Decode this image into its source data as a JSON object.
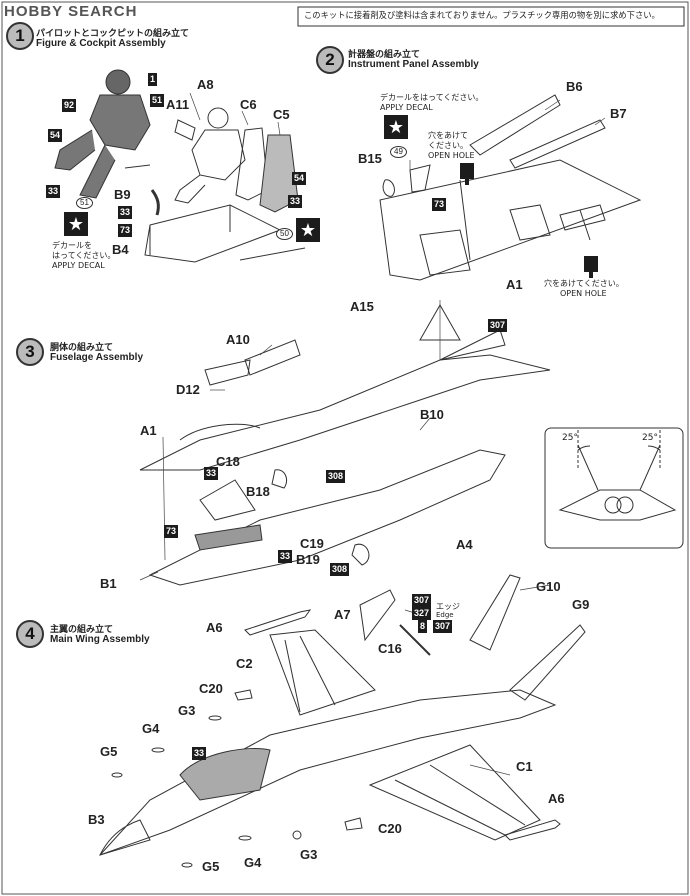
{
  "header": {
    "watermark": "HOBBY SEARCH",
    "notice": "このキットに接着剤及び塗料は含まれておりません。プラスチック専用の物を別に求め下さい。"
  },
  "steps": [
    {
      "num": "1",
      "jp": "パイロットとコックピットの組み立て",
      "en": "Figure & Cockpit Assembly"
    },
    {
      "num": "2",
      "jp": "計器盤の組み立て",
      "en": "Instrument Panel Assembly"
    },
    {
      "num": "3",
      "jp": "胴体の組み立て",
      "en": "Fuselage Assembly"
    },
    {
      "num": "4",
      "jp": "主翼の組み立て",
      "en": "Main Wing Assembly"
    }
  ],
  "notes": {
    "apply_decal_jp": "デカールをはってください。",
    "apply_decal_jp_a": "デカールを",
    "apply_decal_jp_b": "はってください。",
    "apply_decal_en": "APPLY DECAL",
    "open_hole_jp_a": "穴をあけて",
    "open_hole_jp_b": "ください。",
    "open_hole_jp": "穴をあけてください。",
    "open_hole_en": "OPEN HOLE",
    "edge_jp": "エッジ",
    "edge_en": "Edge"
  },
  "angles": {
    "left": "25°",
    "right": "25°"
  },
  "parts": {
    "A8": "A8",
    "A11": "A11",
    "C6": "C6",
    "C5": "C5",
    "B9": "B9",
    "B4": "B4",
    "B6": "B6",
    "B7": "B7",
    "B15": "B15",
    "A1": "A1",
    "A15": "A15",
    "A10": "A10",
    "D12": "D12",
    "B10": "B10",
    "C18": "C18",
    "B18": "B18",
    "C19": "C19",
    "B19": "B19",
    "A4": "A4",
    "B1": "B1",
    "A6": "A6",
    "A7": "A7",
    "G10": "G10",
    "G9": "G9",
    "C2": "C2",
    "C16": "C16",
    "C20": "C20",
    "G3": "G3",
    "G4": "G4",
    "G5": "G5",
    "B3": "B3",
    "C1": "C1"
  },
  "colors": {
    "c1": "1",
    "c92": "92",
    "c51": "51",
    "c54": "54",
    "c33": "33",
    "c73": "73",
    "c50": "50",
    "c49": "49",
    "c307": "307",
    "c308": "308",
    "c327": "327",
    "c8": "8"
  }
}
